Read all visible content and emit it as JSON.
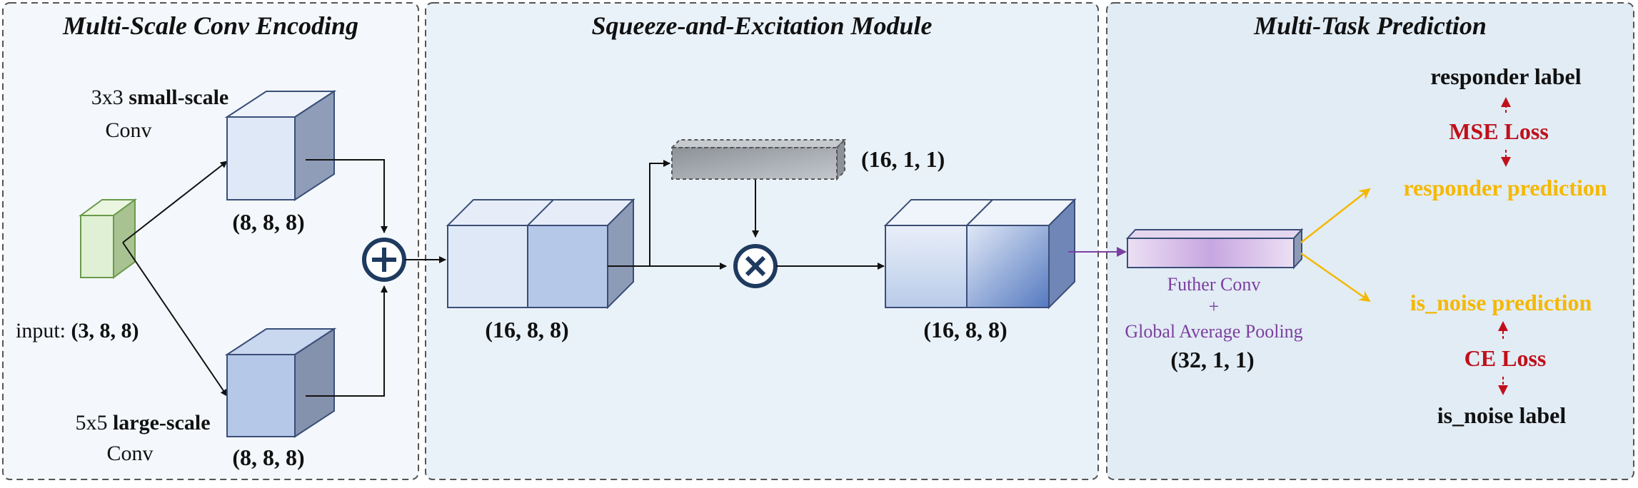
{
  "colors": {
    "panel_left": "#f4f8fc",
    "panel_mid": "#eaf2f9",
    "panel_right": "#e2ecf5",
    "panel_border": "#555555",
    "arrow": "#111111",
    "input_block": "#dff0d4",
    "input_border": "#6a9a4a",
    "cube_light": "#dfe8f6",
    "cube_mid": "#b5c8e8",
    "cube_border": "#3a4e78",
    "gray_block": "#a7acb2",
    "operator": "#1e3a5f",
    "purple": "#7b3fa0",
    "prediction": "#f5b800",
    "loss": "#c0101a"
  },
  "sections": {
    "encoding": {
      "title": "Multi-Scale Conv Encoding"
    },
    "se": {
      "title": "Squeeze-and-Excitation Module"
    },
    "prediction": {
      "title": "Multi-Task Prediction"
    }
  },
  "encoding": {
    "input_prefix": "input: ",
    "input_dims": "(3, 8, 8)",
    "small": {
      "kernel": "3x3 ",
      "scale": "small-scale",
      "layer": "Conv",
      "dims": "(8, 8, 8)"
    },
    "large": {
      "kernel": "5x5 ",
      "scale": "large-scale",
      "layer": "Conv",
      "dims": "(8, 8, 8)"
    },
    "add_icon": "plus-circle-icon"
  },
  "se": {
    "concat_dims": "(16, 8, 8)",
    "squeeze_dims": "(16, 1, 1)",
    "output_dims": "(16, 8, 8)",
    "multiply_icon": "times-circle-icon"
  },
  "prediction": {
    "conv_line1": "Futher Conv",
    "conv_plus": "+",
    "conv_line2": "Global Average Pooling",
    "pooled_dims": "(32, 1, 1)",
    "responder_label": "responder label",
    "mse_loss": "MSE Loss",
    "responder_prediction": "responder prediction",
    "is_noise_prediction": "is_noise prediction",
    "ce_loss": "CE Loss",
    "is_noise_label": "is_noise label"
  }
}
